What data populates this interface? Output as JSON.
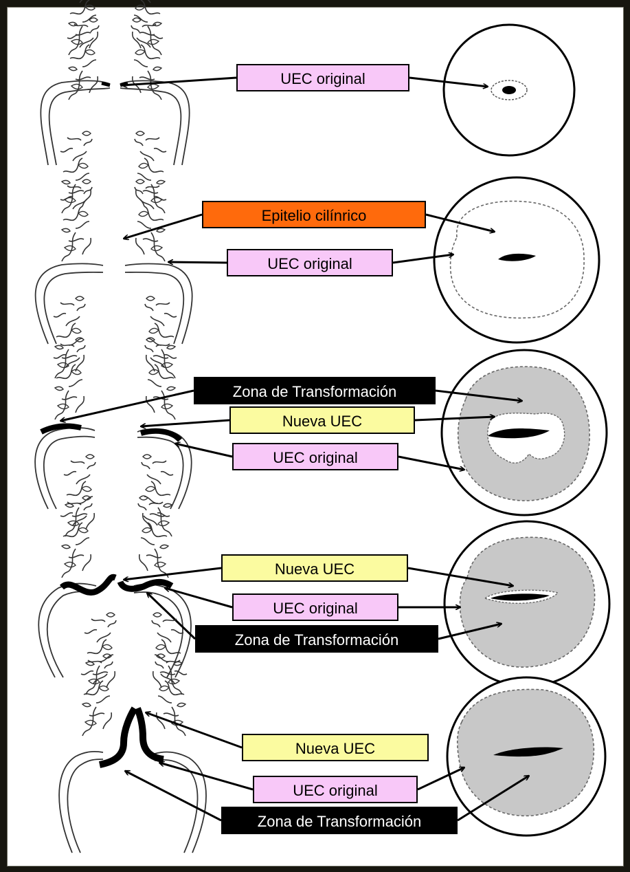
{
  "colors": {
    "frame": "#17160f",
    "uec_label": "#f8c8f8",
    "nueva_label": "#fbfba0",
    "epitelio_label": "#ff6a0c",
    "zona_label": "#000000",
    "zona_fill": "#c8c8c8"
  },
  "stages": [
    {
      "labels": {
        "uec": "UEC original"
      }
    },
    {
      "labels": {
        "epitelio": "Epitelio cilínrico",
        "uec": "UEC original"
      }
    },
    {
      "labels": {
        "zona": "Zona de Transformación",
        "nueva": "Nueva UEC",
        "uec": "UEC original"
      }
    },
    {
      "labels": {
        "nueva": "Nueva UEC",
        "uec": "UEC original",
        "zona": "Zona de Transformación"
      }
    },
    {
      "labels": {
        "nueva": "Nueva UEC",
        "uec": "UEC original",
        "zona": "Zona de Transformación"
      }
    }
  ]
}
